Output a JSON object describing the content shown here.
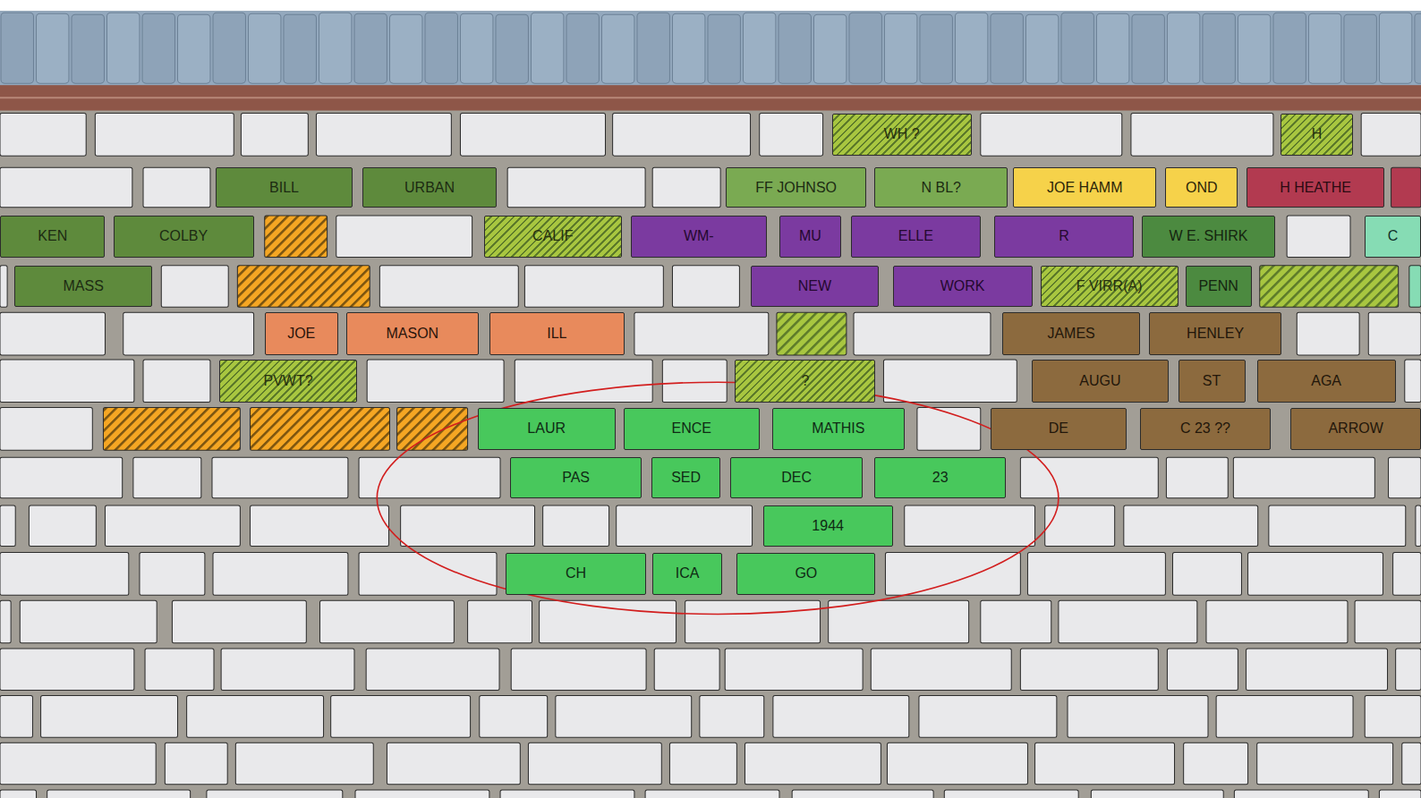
{
  "diagram": {
    "nodes": [
      {
        "text": [
          "WH ?"
        ]
      },
      {
        "text": [
          "H"
        ]
      },
      {
        "text": [
          "BILL"
        ]
      },
      {
        "text": [
          "URBAN"
        ]
      },
      {
        "text": [
          "FF JOHNSO"
        ]
      },
      {
        "text": [
          "N BL?"
        ]
      },
      {
        "text": [
          "JOE HAMM"
        ]
      },
      {
        "text": [
          "OND"
        ]
      },
      {
        "text": [
          "H HEATHE"
        ]
      },
      {
        "text": [
          "KEN"
        ]
      },
      {
        "text": [
          "COLBY"
        ]
      },
      {
        "text": [
          "CALIF"
        ]
      },
      {
        "text": [
          "WM-"
        ]
      },
      {
        "text": [
          "MU"
        ]
      },
      {
        "text": [
          "ELLE"
        ]
      },
      {
        "text": [
          "R"
        ]
      },
      {
        "text": [
          "W E. SHIRK"
        ]
      },
      {
        "text": [
          "C"
        ]
      },
      {
        "text": [
          "MASS"
        ]
      },
      {
        "text": [
          "NEW"
        ]
      },
      {
        "text": [
          "WORK"
        ]
      },
      {
        "text": [
          "F VIRR(A)"
        ]
      },
      {
        "text": [
          "PENN"
        ]
      },
      {
        "text": [
          "JOE"
        ]
      },
      {
        "text": [
          "MASON"
        ]
      },
      {
        "text": [
          "ILL"
        ]
      },
      {
        "text": [
          "JAMES"
        ]
      },
      {
        "text": [
          "HENLEY"
        ]
      },
      {
        "text": [
          "PVWT?"
        ]
      },
      {
        "text": [
          "?"
        ]
      },
      {
        "text": [
          "AUGU"
        ]
      },
      {
        "text": [
          "ST"
        ]
      },
      {
        "text": [
          "AGA"
        ]
      },
      {
        "text": [
          "LAUR"
        ]
      },
      {
        "text": [
          "ENCE"
        ]
      },
      {
        "text": [
          "MATHIS"
        ]
      },
      {
        "text": [
          "DE"
        ]
      },
      {
        "text": [
          "C 23 ??"
        ]
      },
      {
        "text": [
          "ARROW"
        ]
      },
      {
        "text": [
          "PAS"
        ]
      },
      {
        "text": [
          "SED"
        ]
      },
      {
        "text": [
          "DEC"
        ]
      },
      {
        "text": [
          "23"
        ]
      },
      {
        "text": [
          "1944"
        ]
      },
      {
        "text": [
          "CH"
        ]
      },
      {
        "text": [
          "ICA"
        ]
      },
      {
        "text": [
          "GO"
        ]
      }
    ]
  }
}
